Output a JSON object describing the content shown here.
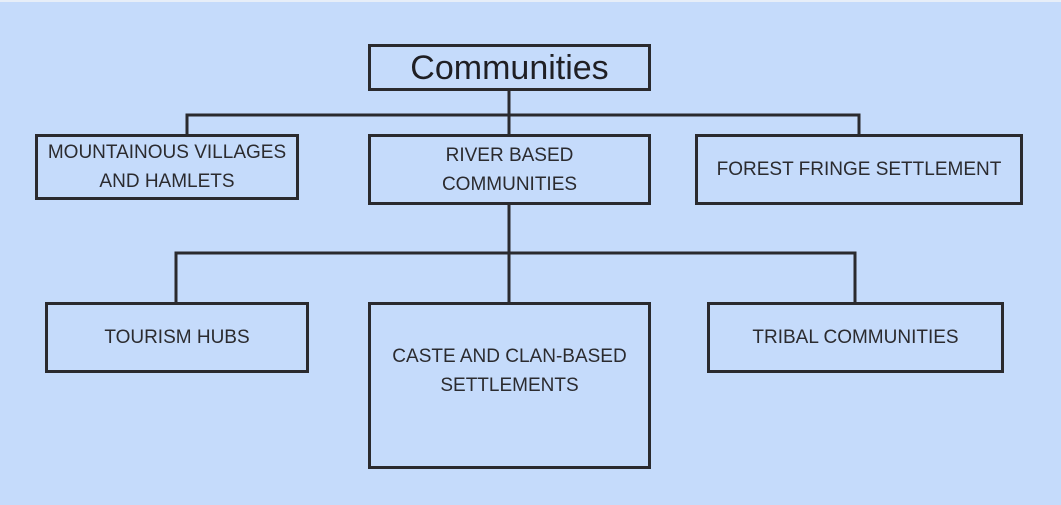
{
  "diagram": {
    "root": {
      "label": "Communities"
    },
    "level1": [
      {
        "label": "MOUNTAINOUS  VILLAGES\nAND HAMLETS"
      },
      {
        "label": "RIVER BASED\nCOMMUNITIES"
      },
      {
        "label": "FOREST FRINGE SETTLEMENT"
      }
    ],
    "level2": [
      {
        "label": "TOURISM HUBS"
      },
      {
        "label": "CASTE AND CLAN-BASED\nSETTLEMENTS"
      },
      {
        "label": "TRIBAL COMMUNITIES"
      }
    ]
  },
  "colors": {
    "background": "#c5dbfb",
    "stroke": "#2a2a2e",
    "text": "#2b2b2f"
  }
}
